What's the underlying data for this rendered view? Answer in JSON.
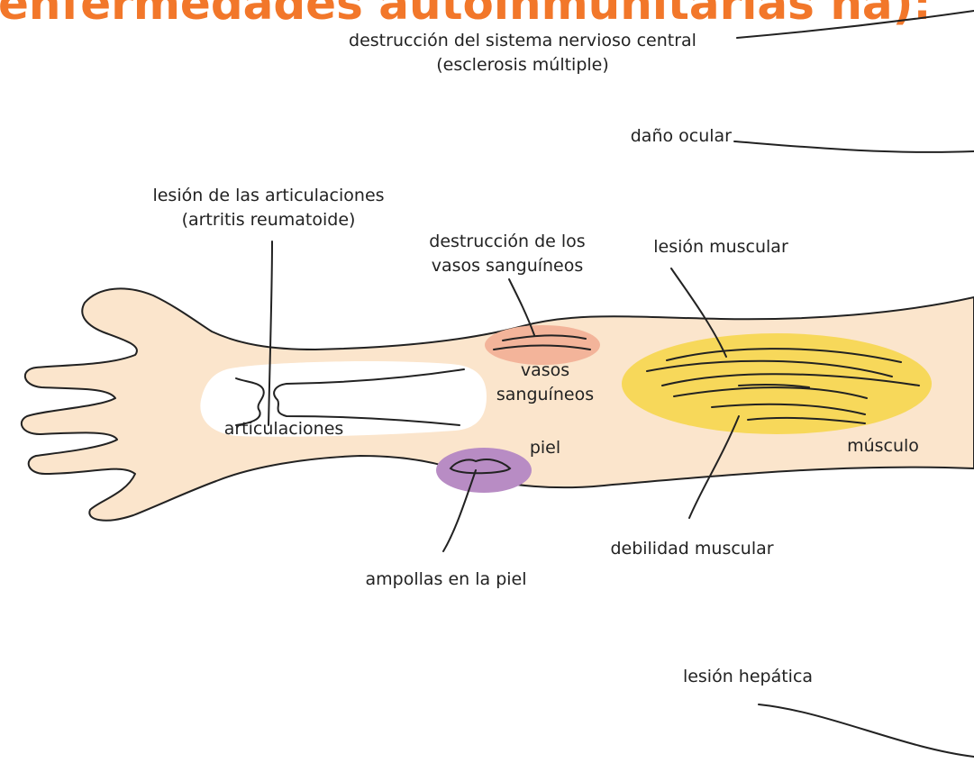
{
  "title": "enfermedades autoinmunitarias ha):",
  "colors": {
    "title": "#f2772a",
    "arm_skin": "#fbe5cc",
    "bone": "#ffffff",
    "blood_vessels": "#f3b49a",
    "muscle": "#f7d85a",
    "skin_lesion": "#b88cc4",
    "line": "#222222"
  },
  "labels": {
    "cns": {
      "line1": "destrucción del sistema nervioso central",
      "line2": "(esclerosis múltiple)"
    },
    "eye": "daño ocular",
    "joints_damage": {
      "line1": "lesión de las articulaciones",
      "line2": "(artritis reumatoide)"
    },
    "vessels_destruction": {
      "line1": "destrucción de los",
      "line2": "vasos sanguíneos"
    },
    "muscle_damage": "lesión muscular",
    "vessels": {
      "line1": "vasos",
      "line2": "sanguíneos"
    },
    "joints": "articulaciones",
    "skin": "piel",
    "muscle": "músculo",
    "blisters": "ampollas en la piel",
    "muscle_weakness": "debilidad muscular",
    "liver": "lesión hepática"
  }
}
